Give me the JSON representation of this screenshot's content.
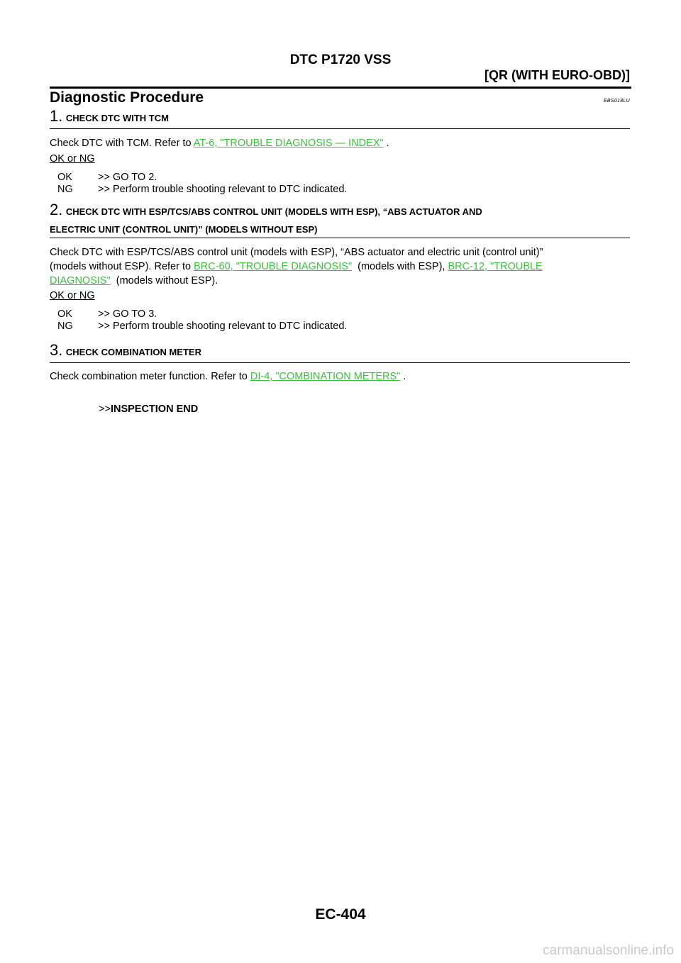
{
  "header": {
    "title": "DTC P1720 VSS",
    "subtitle": "[QR (WITH EURO-OBD)]"
  },
  "section": {
    "title": "Diagnostic Procedure",
    "code": "EBS018LU"
  },
  "steps": [
    {
      "number": "1.",
      "title": "CHECK DTC WITH TCM",
      "body_prefix": "Check DTC with TCM. Refer to ",
      "link": "AT-6, \"TROUBLE DIAGNOSIS — INDEX\"",
      "body_suffix": " .",
      "ok_ng_label": "OK or NG",
      "options": [
        {
          "code": "OK",
          "text": ">> GO TO 2."
        },
        {
          "code": "NG",
          "text": ">> Perform trouble shooting relevant to DTC indicated."
        }
      ]
    },
    {
      "number": "2.",
      "title_line1": "CHECK DTC WITH ESP/TCS/ABS CONTROL UNIT (MODELS WITH ESP), “ABS ACTUATOR AND",
      "title_line2": "ELECTRIC UNIT (CONTROL UNIT)” (MODELS WITHOUT ESP)",
      "body_line1": "Check DTC with ESP/TCS/ABS control unit (models with ESP), “ABS actuator and electric unit (control unit)”",
      "body_line2_prefix": "(models without ESP). Refer to ",
      "link1": "BRC-60, \"TROUBLE DIAGNOSIS\"",
      "body_line2_mid": "  (models with ESP), ",
      "link2_part1": "BRC-12, \"TROUBLE",
      "link2_part2": "DIAGNOSIS\"",
      "body_line3_suffix": "  (models without ESP).",
      "ok_ng_label": "OK or NG",
      "options": [
        {
          "code": "OK",
          "text": ">> GO TO 3."
        },
        {
          "code": "NG",
          "text": ">> Perform trouble shooting relevant to DTC indicated."
        }
      ]
    },
    {
      "number": "3.",
      "title": "CHECK COMBINATION METER",
      "body_prefix": "Check combination meter function. Refer to ",
      "link": "DI-4, \"COMBINATION METERS\"",
      "body_suffix": " .",
      "end_arrow": ">>",
      "end_text": "INSPECTION END"
    }
  ],
  "footer": {
    "page": "EC-404"
  },
  "watermark": "carmanualsonline.info"
}
